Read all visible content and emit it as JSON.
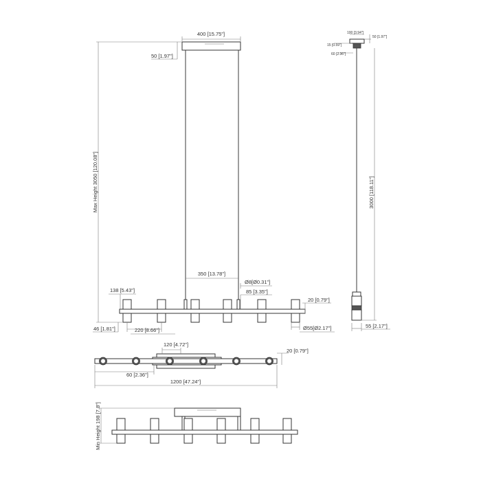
{
  "front_view": {
    "canopy_width": "400 [15.75\"]",
    "canopy_height": "50 [1.97\"]",
    "max_height": "Max Height 3050 [120.08\"]",
    "cable_spacing": "350 [13.78\"]",
    "cable_diameter": "Ø8[Ø0.31\"]",
    "stem_height": "85 [3.35\"]",
    "shade_height": "138 [5.43\"]",
    "bar_thickness": "20 [0.79\"]",
    "bar_offset": "46 [1.81\"]",
    "shade_spacing": "220 [8.66\"]",
    "shade_diameter": "Ø55[Ø2.17\"]"
  },
  "side_view": {
    "canopy_top_width": "100 [3.94\"]",
    "canopy_top_height": "50 [1.97\"]",
    "canopy_side": "15 [0.59\"]",
    "canopy_bottom": "60 [2.36\"]",
    "cable_length": "3000 [118.11\"]",
    "shade_width": "55 [2.17\"]"
  },
  "top_view": {
    "center_width": "120 [4.72\"]",
    "bar_width": "20 [0.79\"]",
    "end_offset": "60 [2.36\"]",
    "overall_length": "1200 [47.24\"]"
  },
  "min_view": {
    "min_height": "Min Height 198 [7.8\"]"
  }
}
